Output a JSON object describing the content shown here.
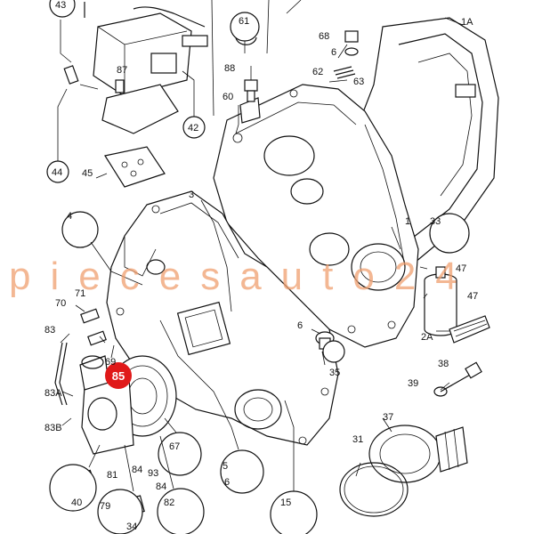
{
  "watermark": "piecesauto24",
  "highlight_label": "85",
  "colors": {
    "highlight": "#e01919",
    "watermark": "#f0a070",
    "ink": "#111111"
  },
  "labels": {
    "l43": "43",
    "l87": "87",
    "l42": "42",
    "l44": "44",
    "l45": "45",
    "l61": "61",
    "l68": "68",
    "l6a": "6",
    "l62": "62",
    "l63": "63",
    "l88": "88",
    "l60": "60",
    "l1a": "1A",
    "l3": "3",
    "l4": "4",
    "l1": "1",
    "l33": "33",
    "l47a": "47",
    "l47b": "47",
    "l2a": "2A",
    "l70": "70",
    "l71": "71",
    "l83": "83",
    "l69": "69",
    "l6b": "6",
    "l35": "35",
    "l38": "38",
    "l39": "39",
    "l83a": "83A",
    "l83b": "83B",
    "l37": "37",
    "l31": "31",
    "l67": "67",
    "l5": "5",
    "l6c": "6",
    "l81": "81",
    "l84a": "84",
    "l93": "93",
    "l84b": "84",
    "l40": "40",
    "l79": "79",
    "l34": "34",
    "l82": "82",
    "l15": "15"
  }
}
